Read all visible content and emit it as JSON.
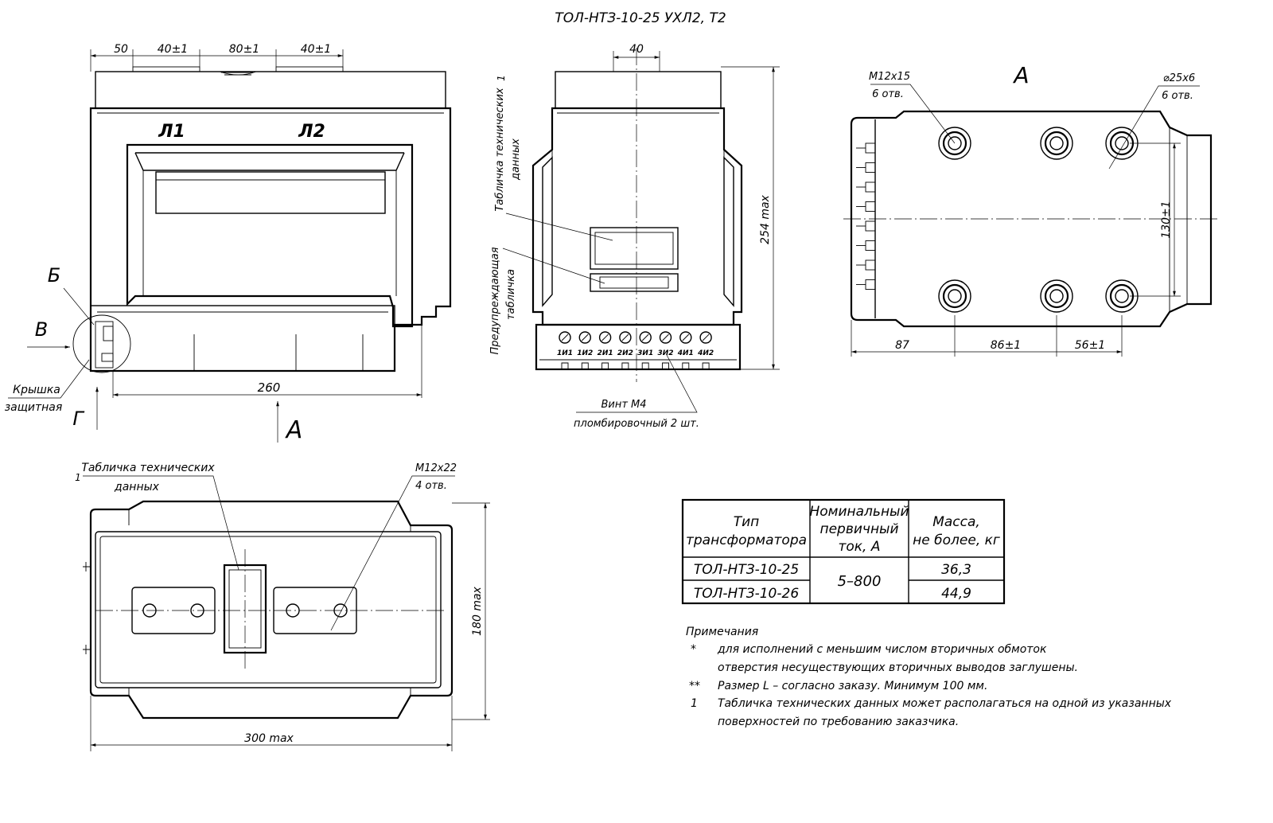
{
  "title": "ТОЛ-НТЗ-10-25 УХЛ2, Т2",
  "front_view": {
    "terminal_l1": "Л1",
    "terminal_l2": "Л2",
    "dim_50": "50",
    "dim_40a": "40±1",
    "dim_80": "80±1",
    "dim_40b": "40±1",
    "dim_260": "260",
    "label_b": "Б",
    "label_v": "В",
    "label_g": "Г",
    "label_a": "А",
    "cover_label_1": "Крышка",
    "cover_label_2": "защитная"
  },
  "side_view": {
    "dim_40": "40",
    "dim_254": "254 max",
    "nameplate_1": "Табличка технических",
    "nameplate_2": "данных",
    "nameplate_ref": "1",
    "warning_1": "Предупреждающая",
    "warning_2": "табличка",
    "terminals": [
      "1И1",
      "1И2",
      "2И1",
      "2И2",
      "3И1",
      "3И2",
      "4И1",
      "4И2"
    ],
    "screw_1": "Винт М4",
    "screw_2": "пломбировочный 2 шт."
  },
  "top_view": {
    "label": "А",
    "thread_1": "М12х15",
    "thread_2": "6 отв.",
    "bore_1": "⌀25х6",
    "bore_2": "6 отв.",
    "dim_87": "87",
    "dim_86": "86±1",
    "dim_56": "56±1",
    "dim_130": "130±1"
  },
  "bottom_view": {
    "nameplate_ref": "1",
    "nameplate_1": "Табличка технических",
    "nameplate_2": "данных",
    "thread_1": "М12х22",
    "thread_2": "4 отв.",
    "dim_180": "180 max",
    "dim_300": "300 max"
  },
  "table": {
    "headers": [
      [
        "Тип",
        "трансформатора"
      ],
      [
        "Номинальный",
        "первичный",
        "ток, А"
      ],
      [
        "Масса,",
        "не более, кг"
      ]
    ],
    "rows": [
      {
        "type": "ТОЛ-НТЗ-10-25",
        "current": "5–800",
        "mass": "36,3"
      },
      {
        "type": "ТОЛ-НТЗ-10-26",
        "current": "5–800",
        "mass": "44,9"
      }
    ]
  },
  "notes": {
    "heading": "Примечания",
    "items": [
      {
        "mark": "*",
        "lines": [
          "для исполнений с меньшим числом вторичных обмоток",
          "отверстия несуществующих вторичных выводов заглушены."
        ]
      },
      {
        "mark": "**",
        "lines": [
          "Размер L – согласно заказу. Минимум 100 мм."
        ]
      },
      {
        "mark": "1",
        "lines": [
          "Табличка технических данных может располагаться на одной из указанных",
          "поверхностей по требованию заказчика."
        ]
      }
    ]
  }
}
